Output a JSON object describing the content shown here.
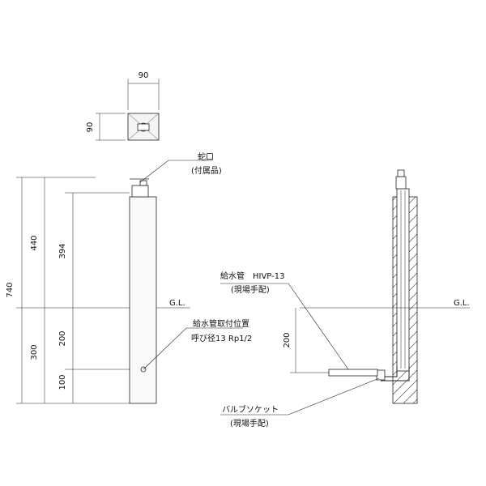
{
  "top_view": {
    "width_dim": "90",
    "depth_dim": "90"
  },
  "dimensions": {
    "total": "740",
    "above_ground": "440",
    "faucet_height": "394",
    "below_ground": "300",
    "inlet_depth": "200",
    "inlet_from_bottom": "100",
    "right_depth": "200"
  },
  "labels": {
    "faucet_name": "蛇口",
    "faucet_note": "(付属品)",
    "gl_left": "G.L.",
    "gl_right": "G.L.",
    "inlet_position": "給水管取付位置",
    "inlet_size": "呼び径13 Rp1/2",
    "supply_pipe": "給水管　HIVP-13",
    "supply_note": "(現場手配)",
    "valve_socket": "バルブソケット",
    "valve_note": "(現場手配)"
  }
}
